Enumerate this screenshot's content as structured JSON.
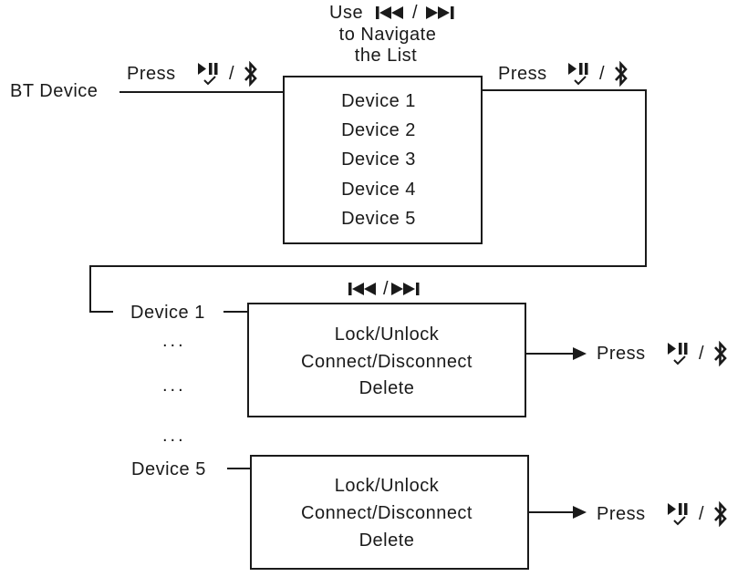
{
  "use_instruction": {
    "use": "Use",
    "separator": "/",
    "line2": "to Navigate",
    "line3": "the List"
  },
  "bt_device_label": "BT Device",
  "press_label": "Press",
  "slash": "/",
  "device_list": [
    "Device 1",
    "Device 2",
    "Device 3",
    "Device 4",
    "Device 5"
  ],
  "device_1_label": "Device 1",
  "device_5_label": "Device 5",
  "ellipsis": "...",
  "options": {
    "lock": "Lock/Unlock",
    "connect": "Connect/Disconnect",
    "delete": "Delete"
  },
  "icons": {
    "prev": "skip-back-icon",
    "next": "skip-forward-icon",
    "play_pause_check": "play-pause-check-icon",
    "bluetooth": "bluetooth-icon"
  },
  "colors": {
    "line": "#1a1a1a",
    "text": "#1a1a1a"
  }
}
